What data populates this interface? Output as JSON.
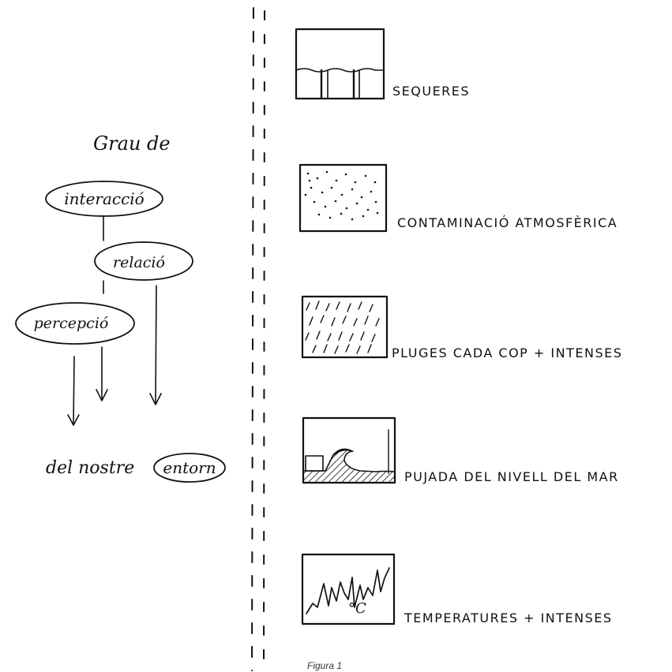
{
  "left_diagram": {
    "heading": "Grau de",
    "node_interaction": "interacció",
    "node_relation": "relació",
    "node_perception": "percepció",
    "footer_prefix": "del nostre",
    "footer_circled": "entorn"
  },
  "panels": [
    {
      "label": "SEQUERES",
      "icon": "drought-icon"
    },
    {
      "label": "CONTAMINACIÓ ATMOSFÈRICA",
      "icon": "air-pollution-icon"
    },
    {
      "label": "PLUGES CADA COP + INTENSES",
      "icon": "rain-icon"
    },
    {
      "label": "PUJADA DEL NIVELL DEL MAR",
      "icon": "sea-level-rise-icon"
    },
    {
      "label": "TEMPERATURES + INTENSES",
      "icon": "temperature-icon"
    }
  ],
  "temperature_unit": "°C",
  "caption": "Figura 1",
  "colors": {
    "ink": "#111111",
    "paper": "#ffffff"
  }
}
